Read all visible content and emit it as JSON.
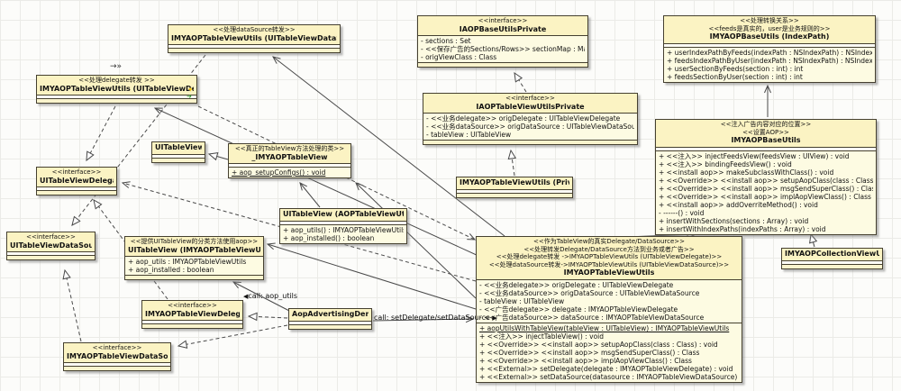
{
  "colors": {
    "box_fill": "#fdfce8",
    "box_header": "#fbf3c3",
    "border": "#454030",
    "line": "#4a4a4a",
    "grid": "#ebebe7",
    "static_marker_yellow": "#f0c419",
    "static_marker_green": "#3a9d3a"
  },
  "labels": {
    "call_aop_utils": "call: aop_utils",
    "call_set_delegate": "call: setDelegate/setDataSource",
    "deco_arrow": "→»",
    "deco_star": "✦",
    "deco_green_arrow": "➜"
  },
  "classes": {
    "ds_cat": {
      "stereotypes": [
        "<<处理dataSource转发>>"
      ],
      "name": "IMYAOPTableViewUtils (UITableViewDataSource)"
    },
    "dl_cat": {
      "stereotypes": [
        "<<处理delegate转发 >>"
      ],
      "name": "IMYAOPTableViewUtils (UITableViewDelegate)"
    },
    "uitableview": {
      "name": "UITableView"
    },
    "imytv": {
      "stereotypes": [
        "<<真正的TableView方法处理的类>>"
      ],
      "name": "_IMYAOPTableView",
      "methods": [
        "+ aop_setupConfigs() : void"
      ]
    },
    "uitvd": {
      "stereotypes": [
        "<<interface>>"
      ],
      "name": "UITableViewDelegate"
    },
    "uitvds": {
      "stereotypes": [
        "<<interface>>"
      ],
      "name": "UITableViewDataSource"
    },
    "cat_use": {
      "stereotypes": [
        "<<提供UITableView的分类方法使用aop>>"
      ],
      "name": "UITableView (IMYAOPTableViewUtils)",
      "attributes": [
        "+ aop_utils : IMYAOPTableViewUtils",
        "+ aop_installed : boolean"
      ]
    },
    "cat_aop": {
      "name": "UITableView (AOPTableViewUtils)",
      "methods": [
        "+ aop_utils() : IMYAOPTableViewUtils",
        "+ aop_installed() : boolean"
      ]
    },
    "iaop_base_priv": {
      "stereotypes": [
        "<<interface>>"
      ],
      "name": "IAOPBaseUtilsPrivate",
      "attributes": [
        "- sections : Set",
        "- <<保存广告的Sections/Rows>> sectionMap : Map",
        "- origViewClass : Class"
      ]
    },
    "iaop_tv_priv": {
      "stereotypes": [
        "<<interface>>"
      ],
      "name": "IAOPTableViewUtilsPrivate",
      "attributes": [
        "- <<业务delegate>> origDelegate : UITableViewDelegate",
        "- <<业务dataSource>> origDataSource : UITableViewDataSource",
        "- tableView : UITableView"
      ]
    },
    "imy_priv": {
      "name": "IMYAOPTableViewUtils (Private)"
    },
    "base_ip": {
      "stereotypes": [
        "<<处理转换关系>>",
        "<<feeds是真实的，user是业务规则的>>"
      ],
      "name": "IMYAOPBaseUtils (IndexPath)",
      "methods": [
        "+ userIndexPathByFeeds(indexPath : NSIndexPath) : NSIndexPath",
        "+ feedsIndexPathByUser(indexPath : NSIndexPath) : NSIndexPath",
        "+ userSectionByFeeds(section : int) : int",
        "+ feedsSectionByUser(section : int) : int"
      ]
    },
    "base_utils": {
      "stereotypes": [
        "<<注入广告内容对应的位置>>",
        "<<设置AOP>>"
      ],
      "name": "IMYAOPBaseUtils",
      "methods": [
        "+ <<注入>> injectFeedsView(feedsView : UIView) : void",
        "+ <<注入>> bindingFeedsView() : void",
        "+ <<install aop>> makeSubclassWithClass() : void",
        "+ <<Override>> <<install aop>> setupAopClass(class : Class) : void",
        "+ <<Override>> <<install aop>> msgSendSuperClass() : Class",
        "+ <<Override>> <<install aop>> implAopViewClass() : Class",
        "+ <<install aop>> addOverriteMethod() : void",
        "- ------() : void",
        "+ insertWithSections(sections : Array) : void",
        "+ insertWithIndexPaths(indexPaths : Array) : void"
      ]
    },
    "collection": {
      "name": "IMYAOPCollectionViewUtils"
    },
    "central": {
      "stereotypes": [
        "<<作为TableView的真实Delegate/DataSource>>",
        "<<处理转发Delegate/DataSource方法到业务或者广告>>",
        "<<处理delegate转发 ->IMYAOPTableViewUtils (UITableViewDelegate)>>",
        "<<处理dataSource转发->IMYAOPTableViewUtils (UITableViewDataSource)>>"
      ],
      "name": "IMYAOPTableViewUtils",
      "attributes": [
        "- <<业务delegate>> origDelegate : UITableViewDelegate",
        "- <<业务dataSource>> origDataSource : UITableViewDataSource",
        "- tableView : UITableView",
        "- <<广告delegate>> delegate : IMYAOPTableViewDelegate",
        "- <<广告dataSource>> dataSource : IMYAOPTableViewDataSource"
      ],
      "methods": [
        "+ aopUtilsWithTableView(tableView : UITableView) : IMYAOPTableViewUtils",
        "+ <<注入>> injectTableView() : void",
        "+ <<Override>> <<install aop>> setupAopClass(class : Class) : void",
        "+ <<Override>> <<install aop>> msgSendSuperClass() : Class",
        "+ <<Override>> <<install aop>> implAopViewClass() : Class",
        "+ <<External>> setDelegate(delegate : IMYAOPTableViewDelegate) : void",
        "+ <<External>> setDataSource(datasource : IMYAOPTableViewDataSource) : void"
      ]
    },
    "imy_delegate": {
      "stereotypes": [
        "<<interface>>"
      ],
      "name": "IMYAOPTableViewDelegate"
    },
    "imy_datasource": {
      "stereotypes": [
        "<<interface>>"
      ],
      "name": "IMYAOPTableViewDataSource"
    },
    "demo": {
      "name": "AopAdvertisingDemo"
    }
  }
}
